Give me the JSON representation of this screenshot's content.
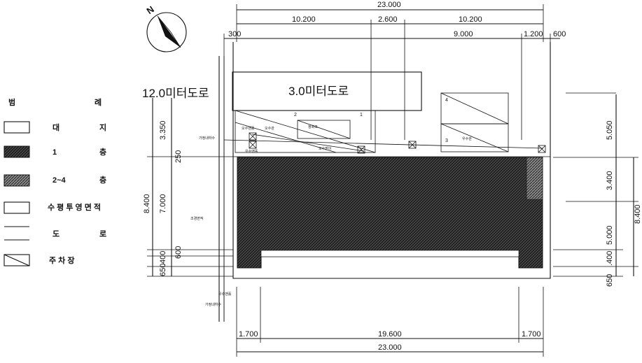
{
  "north_label": "N",
  "dimensions": {
    "top_total": "23.000",
    "top_left": "10.200",
    "top_mid": "2.600",
    "top_right": "10.200",
    "second_left": "300",
    "second_mid": "9.000",
    "second_right1": "1.200",
    "second_right2": "600",
    "left_a": "3.350",
    "left_b": "250",
    "left_c": "7.000",
    "left_total": "8.400",
    "left_d": ".400",
    "left_e": "600",
    "left_f": "650",
    "right_a": "5.050",
    "right_b": "3.400",
    "right_c": "5.000",
    "right_total": "8.400",
    "right_d": ".400",
    "right_e": "650",
    "bottom_left": "1.700",
    "bottom_mid": "19.600",
    "bottom_right": "1.700",
    "bottom_total": "23.000"
  },
  "roads": {
    "main_road": "12.0미터도로",
    "side_road": "3.0미터도로"
  },
  "legend": {
    "title_left": "범",
    "title_right": "례",
    "items": [
      {
        "label": "대",
        "suffix": "지",
        "pattern": "blank"
      },
      {
        "label": "1",
        "suffix": "층",
        "pattern": "hatch-dense"
      },
      {
        "label": "2~4",
        "suffix": "층",
        "pattern": "hatch-light"
      },
      {
        "label": "수 평 투 영 면 적",
        "suffix": "",
        "pattern": "blank"
      },
      {
        "label": "도",
        "suffix": "로",
        "pattern": "line"
      },
      {
        "label": "주  차  장",
        "suffix": "",
        "pattern": "diagonal"
      }
    ]
  },
  "parking_numbers": [
    "1",
    "2",
    "3",
    "4"
  ],
  "small_labels": {
    "left_sewer": "가정내하수",
    "lbl_a": "오수맨홀",
    "lbl_b": "우수맨홀",
    "lbl_c": "오수받이",
    "lbl_d": "정화조",
    "lbl_e": "오수관",
    "lbl_f": "우수관",
    "side_note": "조경면적",
    "bottom_a": "우수맨홀",
    "bottom_b": "가정내하수"
  },
  "colors": {
    "ink": "#111111",
    "paper": "#ffffff"
  }
}
